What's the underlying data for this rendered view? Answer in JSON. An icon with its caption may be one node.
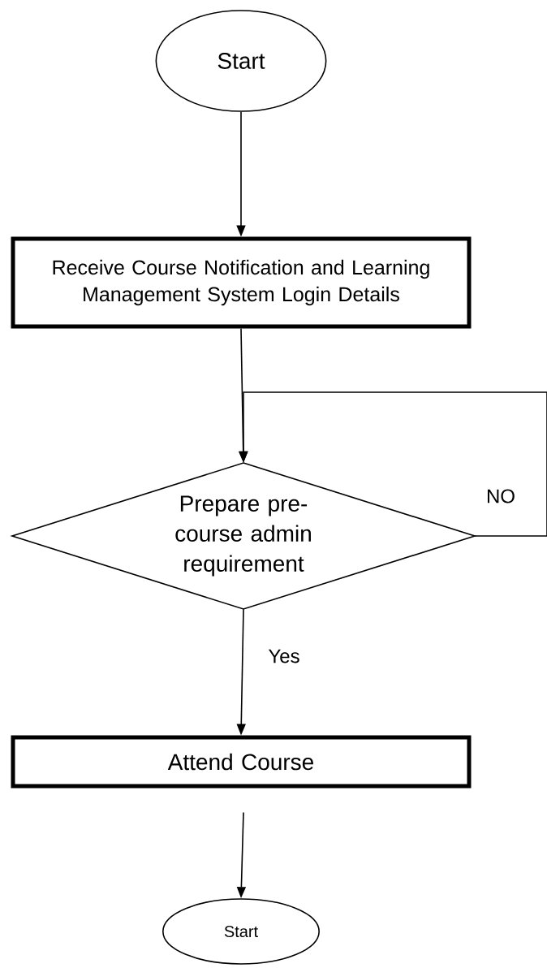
{
  "diagram": {
    "nodes": [
      {
        "text": [
          "Start"
        ]
      },
      {
        "text": [
          "Receive Course Notification and Learning Management System Login Details"
        ]
      },
      {
        "text": [
          "Prepare pre-course admin requirement"
        ]
      },
      {
        "text": [
          "Attend Course"
        ]
      },
      {
        "text": [
          "Start"
        ]
      }
    ],
    "edges": [
      {
        "from": 0,
        "to": 1,
        "arrow": "to"
      },
      {
        "from": 1,
        "to": 2,
        "arrow": "to"
      },
      {
        "from": 2,
        "to": 2,
        "arrow": "to",
        "label": "NO"
      },
      {
        "from": 2,
        "to": 3,
        "arrow": "to",
        "label": "Yes"
      },
      {
        "from": 3,
        "to": 4,
        "arrow": "to"
      }
    ]
  }
}
